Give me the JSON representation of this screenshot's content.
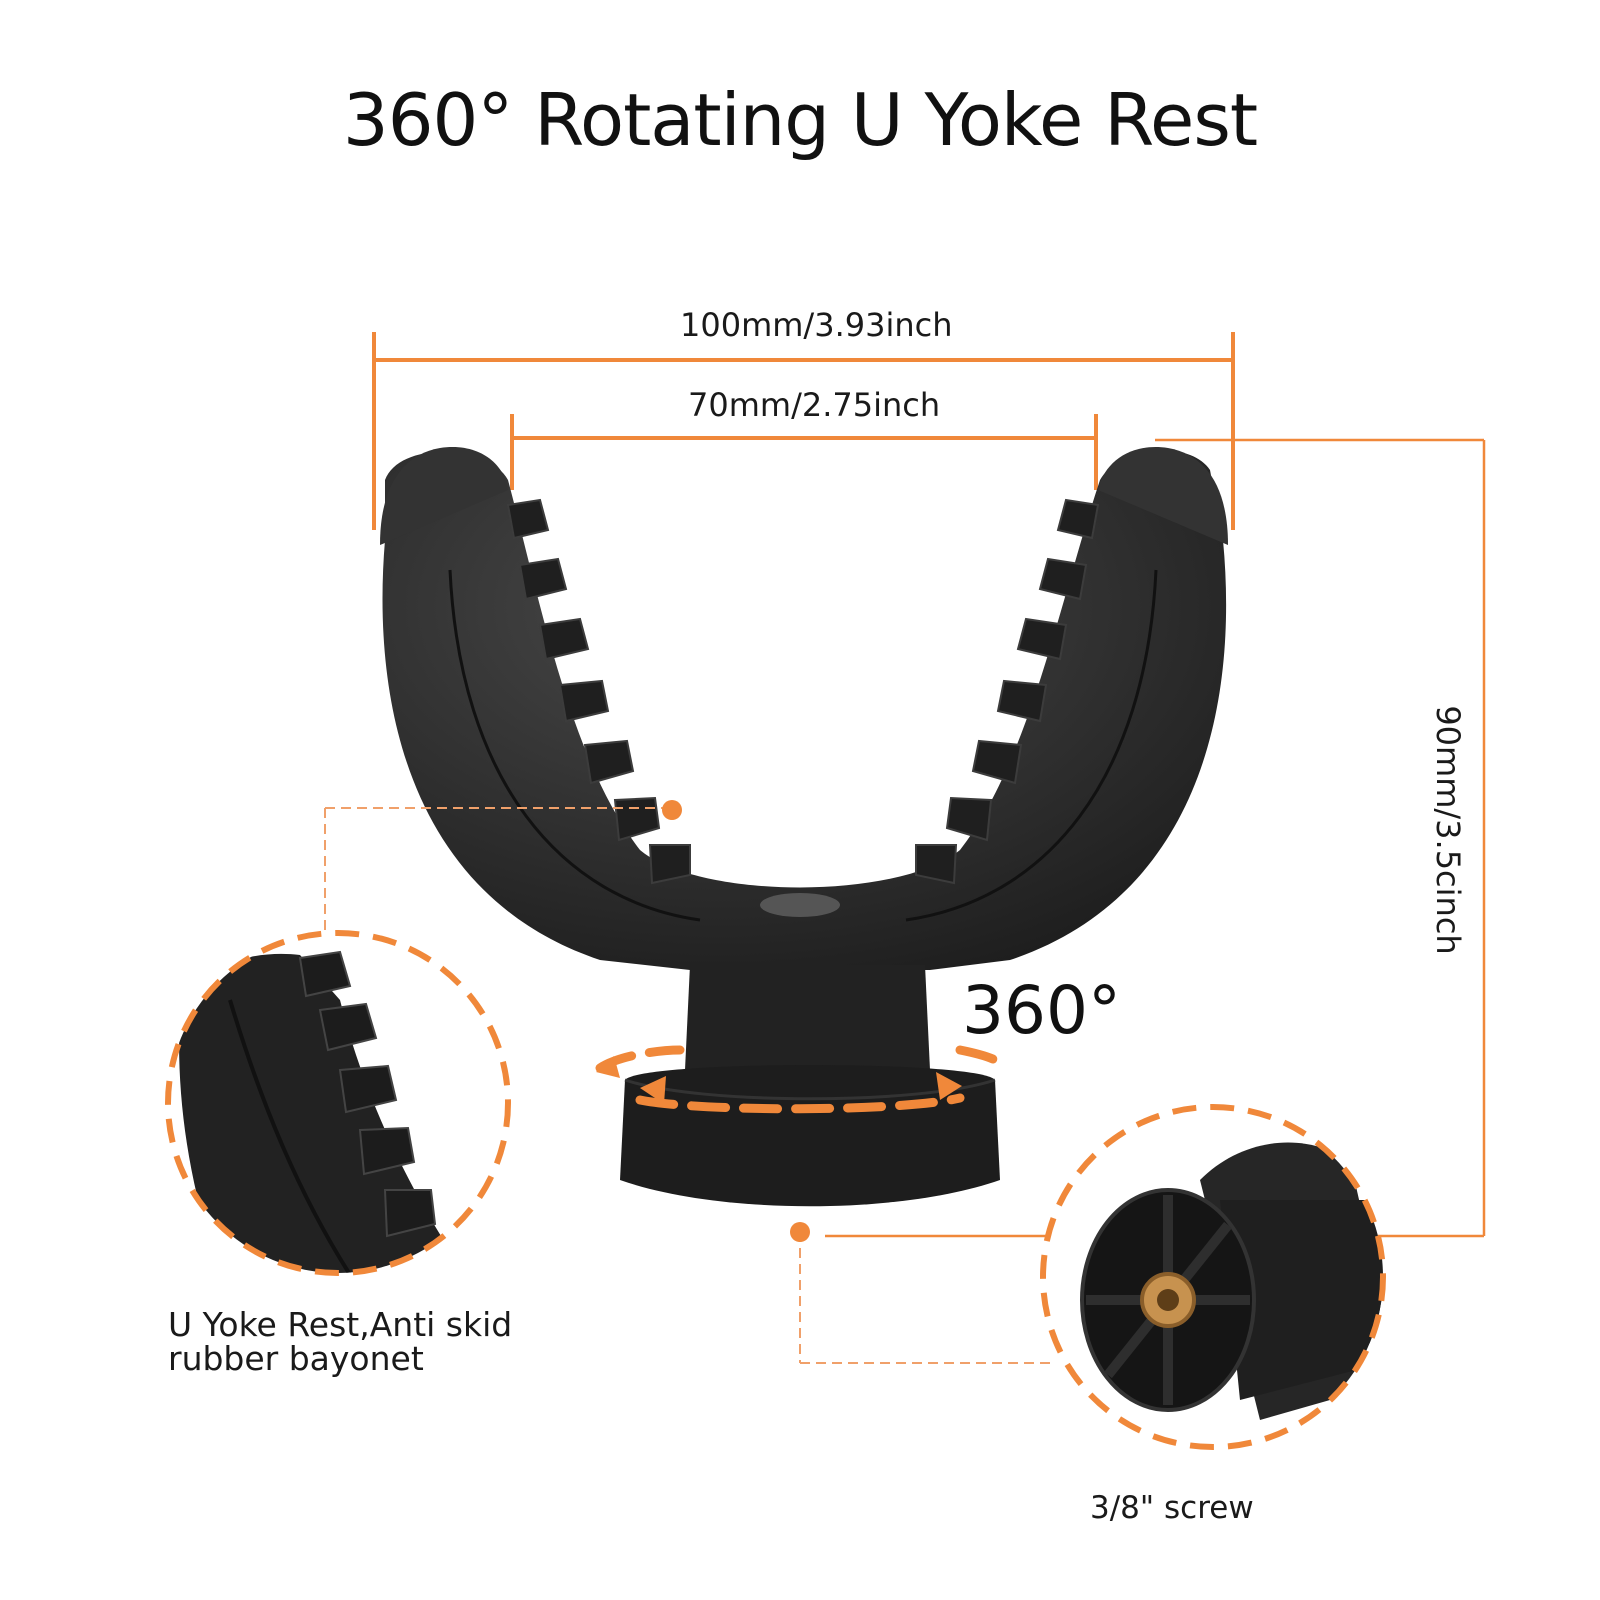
{
  "title": "360° Rotating U Yoke Rest",
  "dimensions": {
    "outer_width": "100mm/3.93inch",
    "inner_width": "70mm/2.75inch",
    "height": "90mm/3.5cinch"
  },
  "rotation_label": "360°",
  "callouts": {
    "yoke": {
      "line1": "U Yoke Rest,Anti skid",
      "line2": "rubber bayonet"
    },
    "screw": "3/8\" screw"
  },
  "colors": {
    "accent": "#f0883a",
    "rubber": "#2b2b2b",
    "brass": "#c7924f"
  }
}
